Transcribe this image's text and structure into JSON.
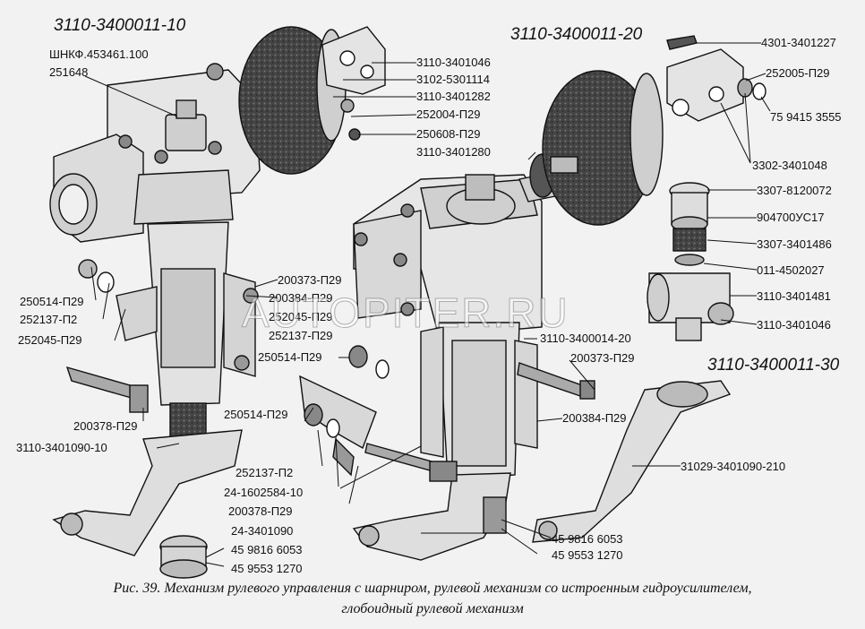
{
  "assemblies": {
    "a10": "3110-3400011-10",
    "a20": "3110-3400011-20",
    "a30": "3110-3400011-30"
  },
  "labels": {
    "shnkf": "ШНКФ.453461.100",
    "l251648": "251648",
    "l3110_3401046_top": "3110-3401046",
    "l3102_5301114": "3102-5301114",
    "l3110_3401282": "3110-3401282",
    "l252004": "252004-П29",
    "l250608": "250608-П29",
    "l3110_3401280": "3110-3401280",
    "l4301_3401227": "4301-3401227",
    "l252005": "252005-П29",
    "l75_9415": "75 9415 3555",
    "l3302_3401048": "3302-3401048",
    "l3307_8120072": "3307-8120072",
    "l904700": "904700УС17",
    "l3307_3401486": "3307-3401486",
    "l011_4502027": "011-4502027",
    "l3110_3401481": "3110-3401481",
    "l3110_3401046_b": "3110-3401046",
    "l250514_left": "250514-П29",
    "l252137_left": "252137-П2",
    "l252045_left": "252045-П29",
    "l200373_mid": "200373-П29",
    "l200384_mid": "200384-П29",
    "l252045_mid": "252045-П29",
    "l252137_mid": "252137-П29",
    "l250514_mid": "250514-П29",
    "l3110_3400014": "3110-3400014-20",
    "l200373_right": "200373-П29",
    "l200378_left": "200378-П29",
    "l3110_3401090": "3110-3401090-10",
    "l250514_low": "250514-П29",
    "l200384_right": "200384-П29",
    "l31029": "31029-3401090-210",
    "l252137_low": "252137-П2",
    "l24_1602584": "24-1602584-10",
    "l200378_low": "200378-П29",
    "l24_3401090": "24-3401090",
    "l45_9816_left": "45 9816 6053",
    "l45_9553_left": "45 9553 1270",
    "l45_9816_right": "45 9816 6053",
    "l45_9553_right": "45 9553 1270"
  },
  "watermark": "AUTOPITER.RU",
  "caption": {
    "line1": "Рис. 39. Механизм рулевого управления с шарниром, рулевой механизм со истроенным гидроусилителем,",
    "line2": "глобоидный рулевой механизм"
  },
  "colors": {
    "ink": "#111111",
    "paper": "#f2f2f2",
    "part_light": "#e6e6e6",
    "part_mid": "#c2c2c2",
    "part_dark": "#3a3a3a"
  }
}
